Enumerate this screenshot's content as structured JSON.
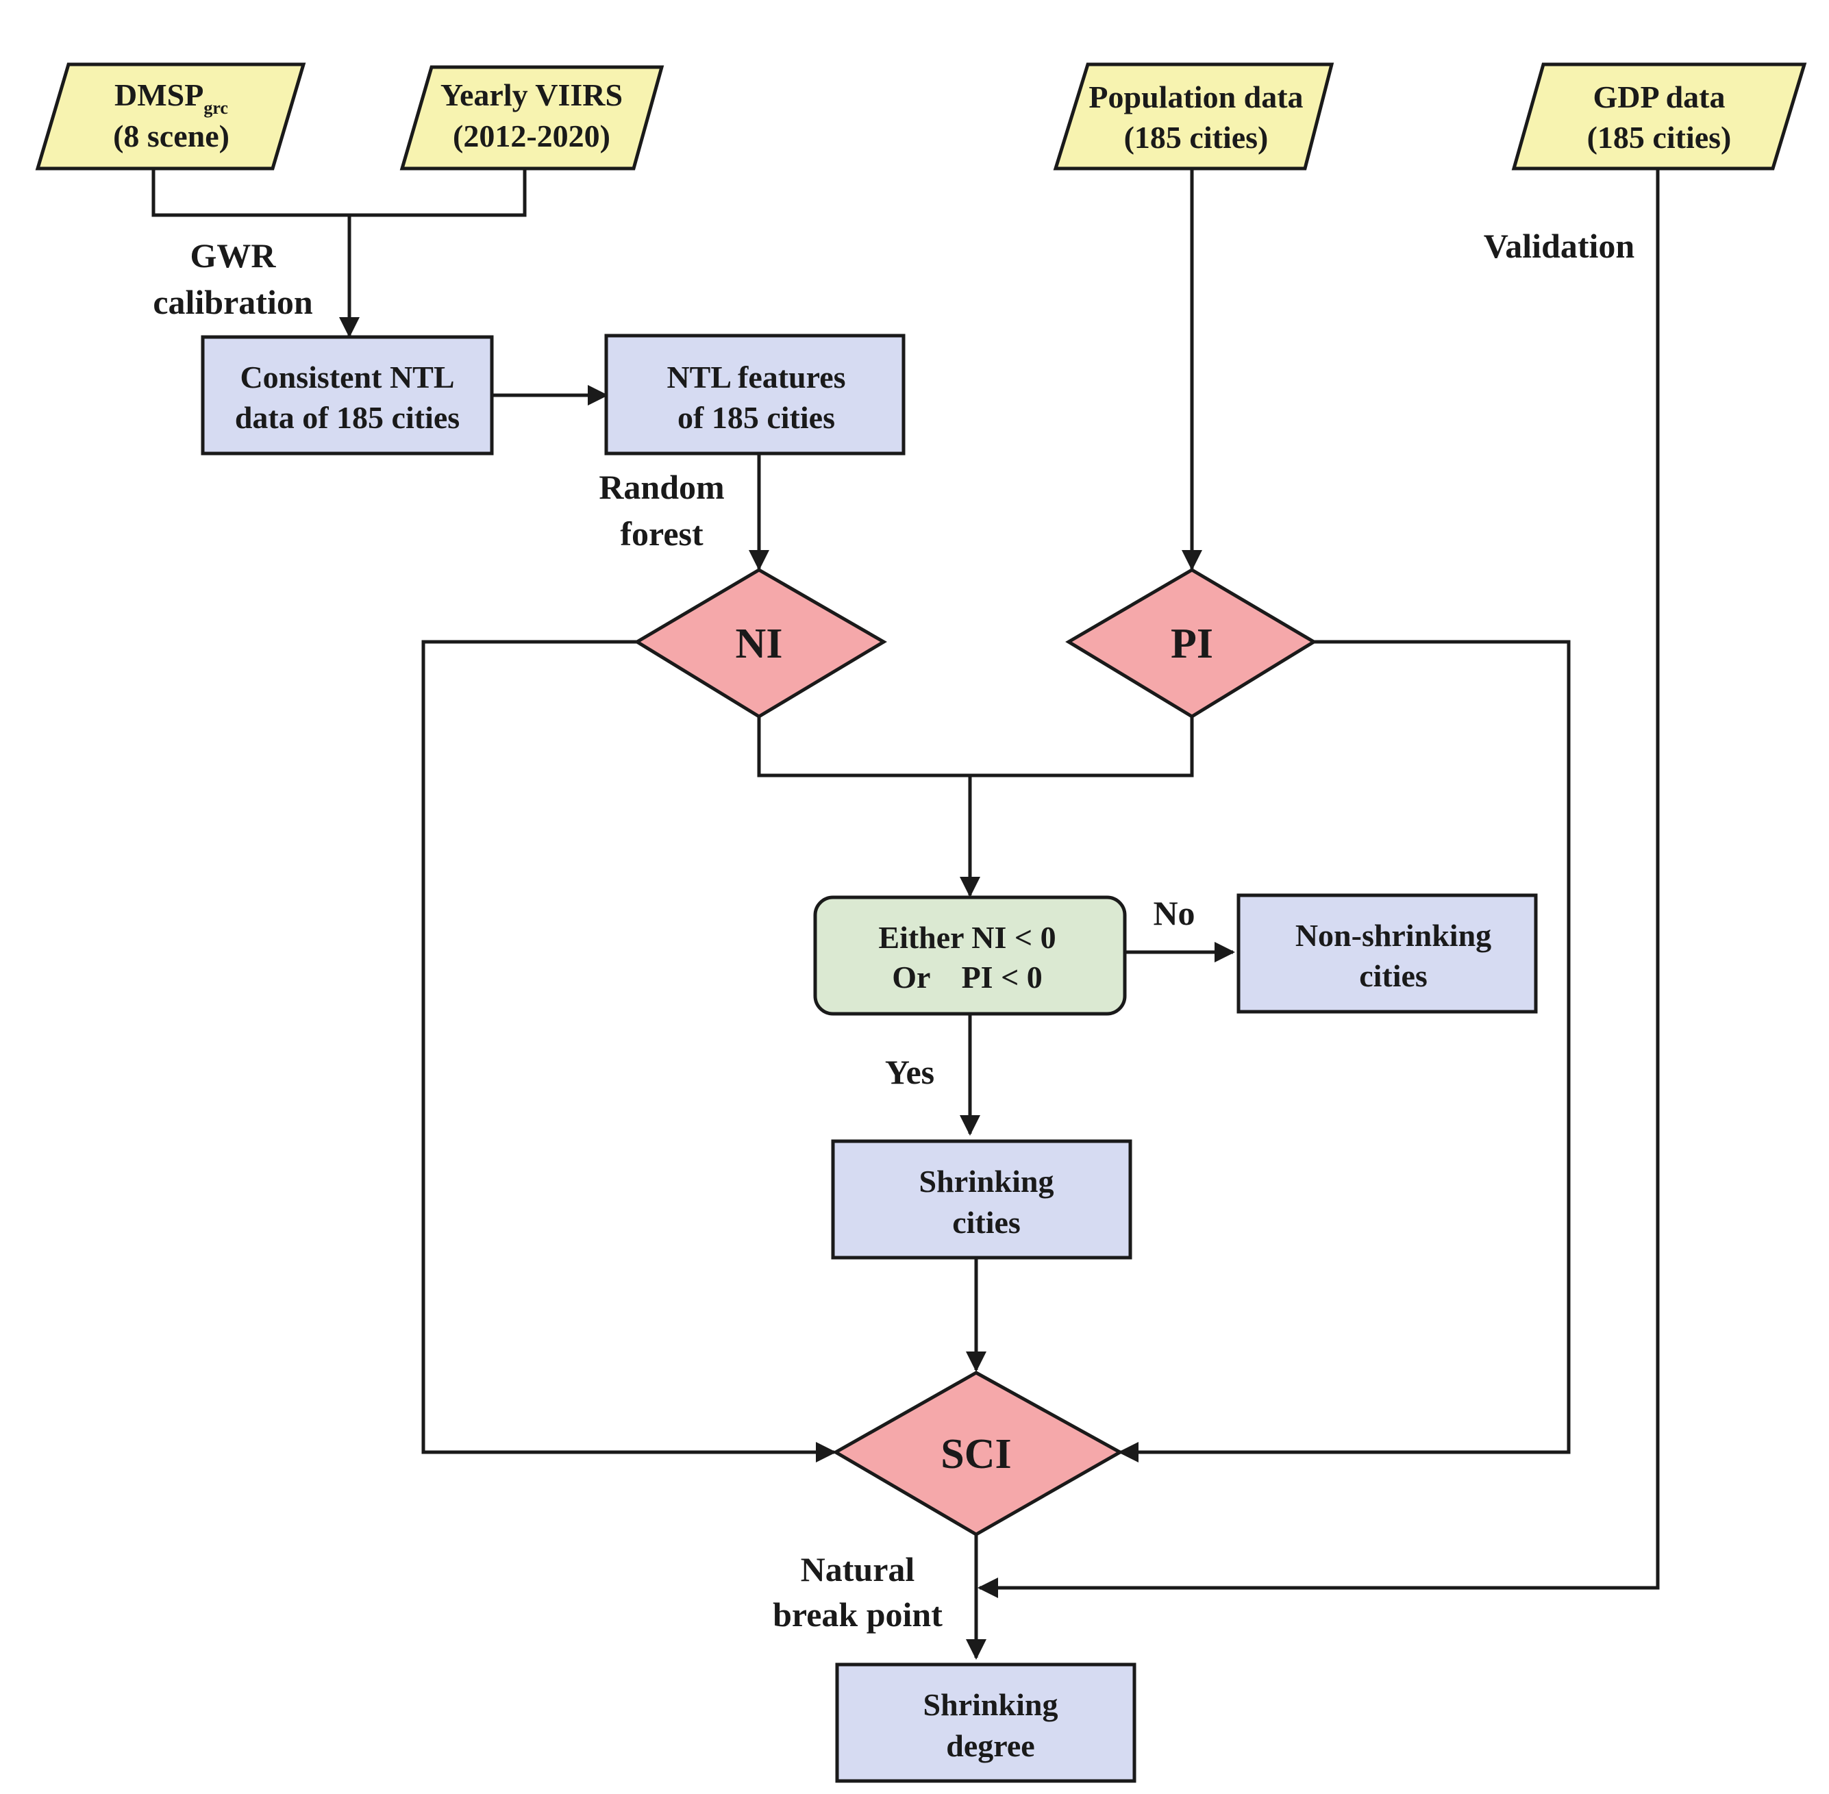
{
  "colors": {
    "input_fill": "#f7f3b0",
    "process_fill": "#d6dbf2",
    "index_fill": "#f5a8aa",
    "decision_fill": "#dbe9d2",
    "stroke": "#1a1a1a"
  },
  "inputs": {
    "dmsp": {
      "name": "DMSP",
      "subscript": "grc",
      "line2": "(8 scene)"
    },
    "viirs": {
      "line1": "Yearly VIIRS",
      "line2": "(2012-2020)"
    },
    "population": {
      "line1": "Population data",
      "line2": "(185  cities)"
    },
    "gdp": {
      "line1": "GDP data",
      "line2": "(185  cities)"
    }
  },
  "processes": {
    "consistent_ntl": {
      "line1": "Consistent NTL",
      "line2": "data of 185 cities"
    },
    "ntl_features": {
      "line1": "NTL features",
      "line2": "of 185 cities"
    },
    "non_shrinking": {
      "line1": "Non-shrinking",
      "line2": "cities"
    },
    "shrinking_cities": {
      "line1": "Shrinking",
      "line2": "cities"
    },
    "shrinking_degree": {
      "line1": "Shrinking",
      "line2": "degree"
    }
  },
  "indices": {
    "ni": "NI",
    "pi": "PI",
    "sci": "SCI"
  },
  "decision": {
    "line1": "Either NI < 0",
    "line2": "Or    PI < 0"
  },
  "edge_labels": {
    "gwr_line1": "GWR",
    "gwr_line2": "calibration",
    "rf_line1": "Random",
    "rf_line2": "forest",
    "no": "No",
    "yes": "Yes",
    "validation": "Validation",
    "nbp_line1": "Natural",
    "nbp_line2": "break point"
  }
}
